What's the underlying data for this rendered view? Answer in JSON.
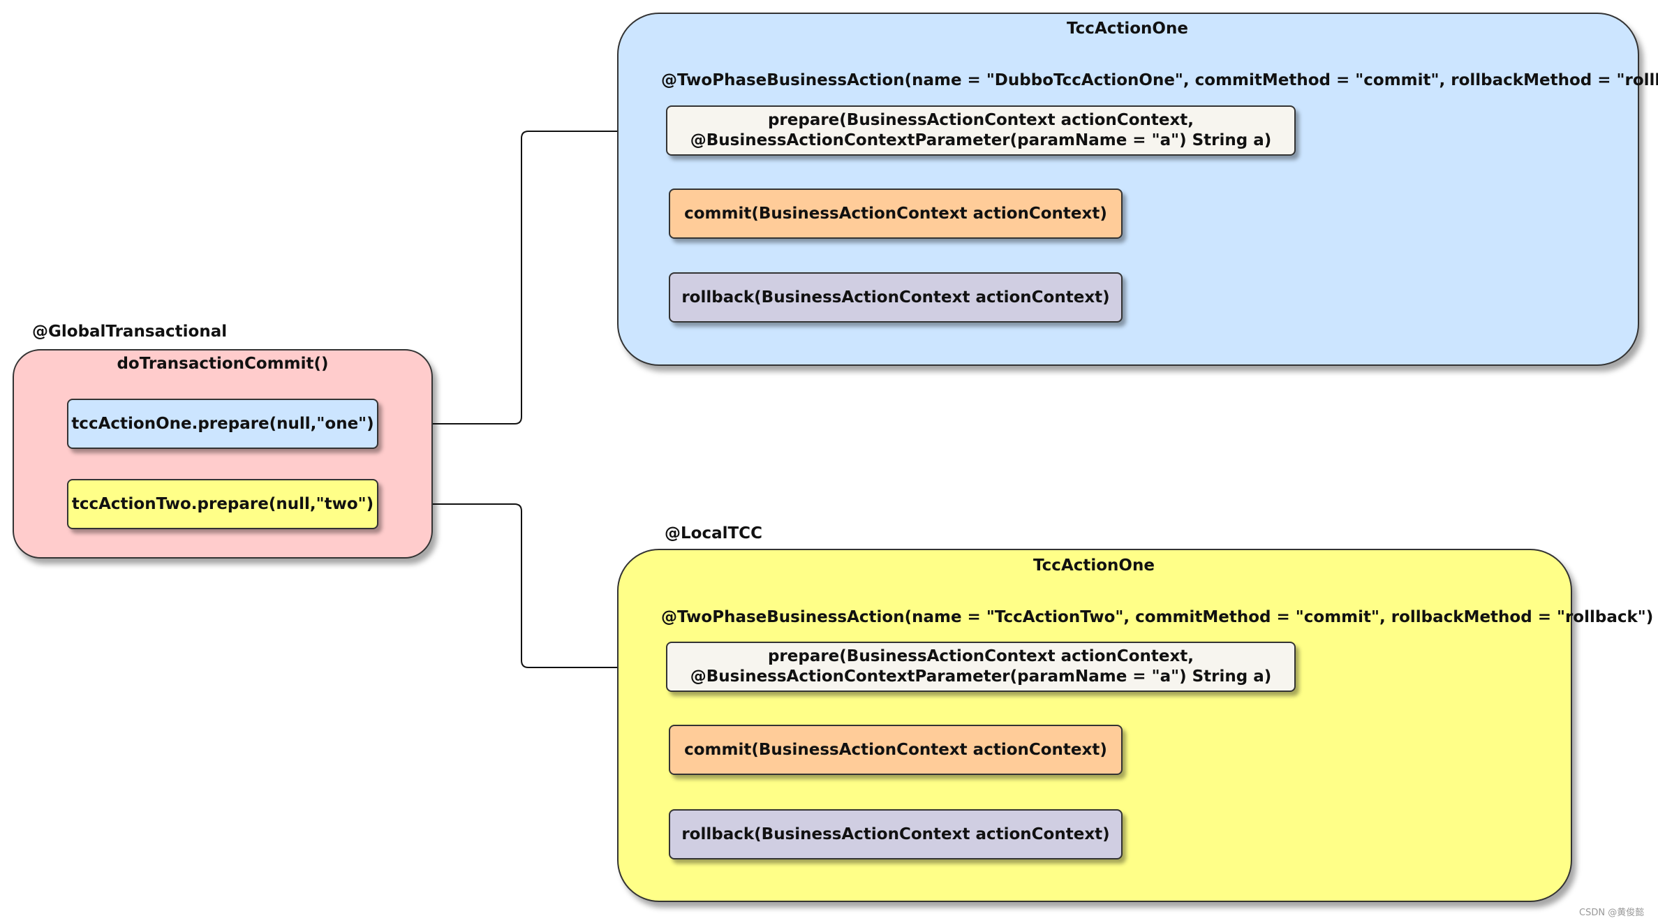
{
  "left": {
    "annotation": "@GlobalTransactional",
    "title": "doTransactionCommit()",
    "call_one": "tccActionOne.prepare(null,\"one\")",
    "call_two": "tccActionTwo.prepare(null,\"two\")"
  },
  "top_panel": {
    "title": "TccActionOne",
    "annotation": "@TwoPhaseBusinessAction(name = \"DubboTccActionOne\", commitMethod = \"commit\", rollbackMethod = \"rollback\")",
    "prepare_line1": "prepare(BusinessActionContext actionContext,",
    "prepare_line2": "@BusinessActionContextParameter(paramName = \"a\") String a)",
    "commit": "commit(BusinessActionContext actionContext)",
    "rollback": "rollback(BusinessActionContext actionContext)"
  },
  "bottom_panel": {
    "outer_annotation": "@LocalTCC",
    "title": "TccActionOne",
    "annotation": "@TwoPhaseBusinessAction(name = \"TccActionTwo\", commitMethod = \"commit\", rollbackMethod = \"rollback\")",
    "prepare_line1": "prepare(BusinessActionContext actionContext,",
    "prepare_line2": "@BusinessActionContextParameter(paramName = \"a\") String a)",
    "commit": "commit(BusinessActionContext actionContext)",
    "rollback": "rollback(BusinessActionContext actionContext)"
  },
  "watermark": "CSDN @黄俊懿",
  "colors": {
    "red_panel": "#ffcccc",
    "blue_panel": "#cce5ff",
    "yellow_panel": "#ffff88",
    "prepare_box": "#f7f5ef",
    "commit_box": "#ffcc99",
    "rollback_box": "#d0cee2"
  }
}
